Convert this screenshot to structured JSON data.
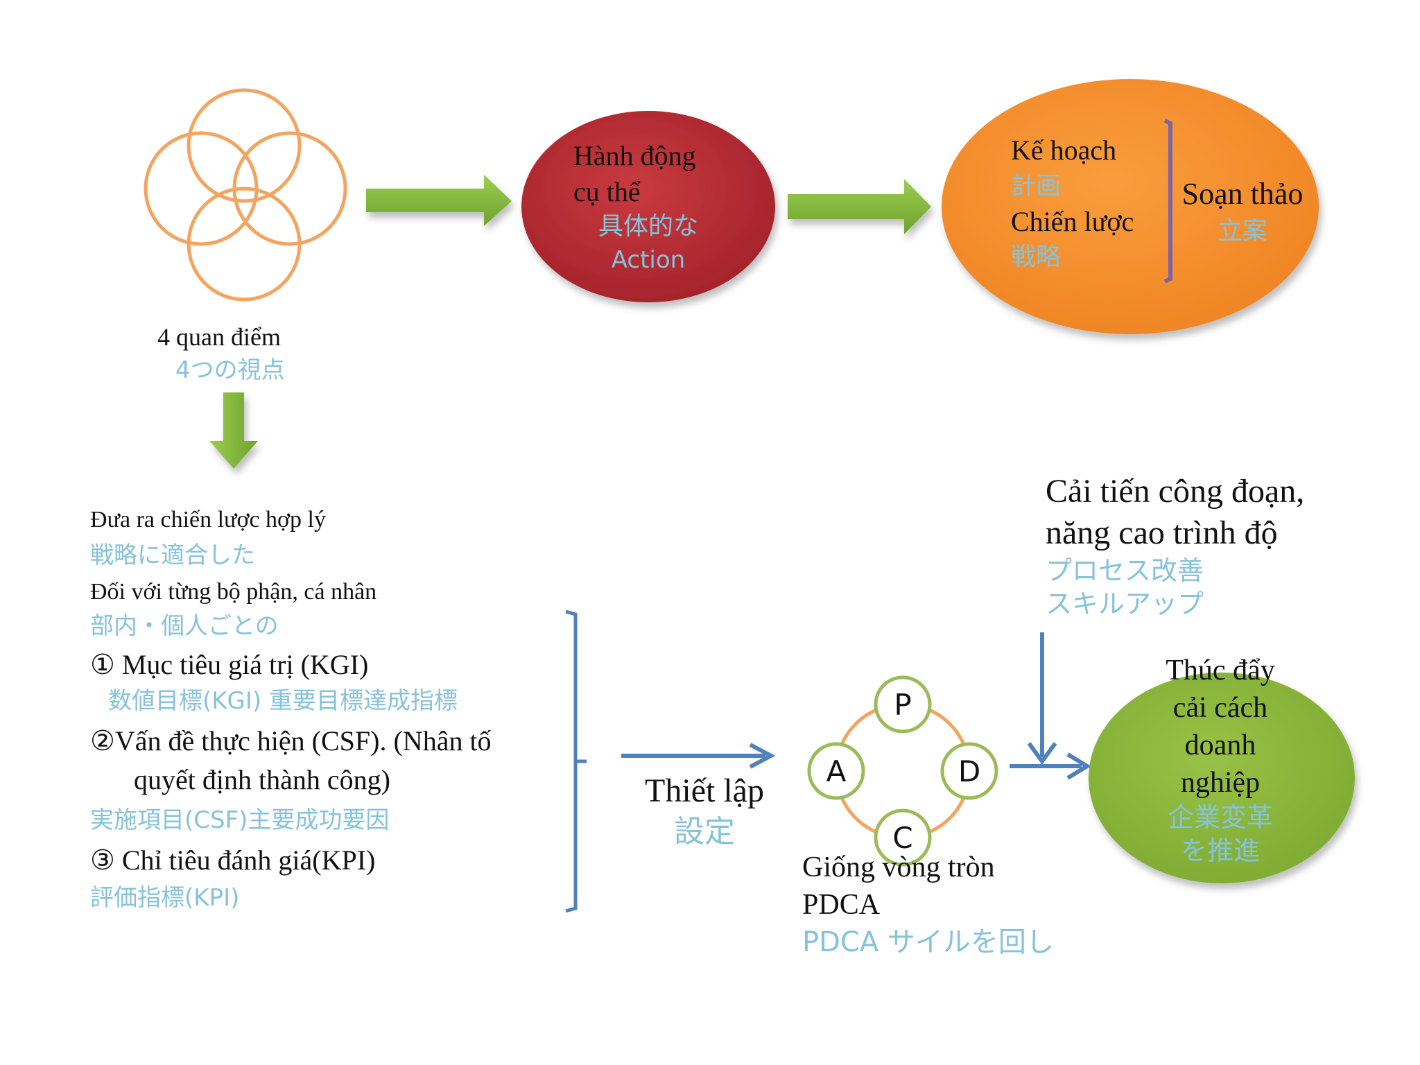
{
  "colors": {
    "vn_text": "#111111",
    "jp_text": "#86c2da",
    "arrow_green": "#7fb43b",
    "arrow_blue": "#4f81bd",
    "circle_orange": "#f4a460",
    "red_ellipse": "#b8282e",
    "orange_ellipse": "#f79433",
    "green_ellipse": "#8bb83a",
    "pdca_node_border": "#9bbb59",
    "bracket_purple": "#8064a2"
  },
  "icons": {
    "four_circles": "four-interlocking-circles-icon",
    "arrows": "arrow-icon"
  },
  "perspectives": {
    "label_vn": "4 quan điểm",
    "label_jp": "4つの視点"
  },
  "action": {
    "line1_vn": "Hành  động",
    "line2_vn": "cụ thể",
    "line3_jp": "具体的な",
    "line4_en": "Action"
  },
  "plan": {
    "item1_vn": "Kế hoạch",
    "item1_jp": "計画",
    "item2_vn": "Chiến lược",
    "item2_jp": "戦略",
    "side_vn": "Soạn thảo",
    "side_jp": "立案"
  },
  "strategy_list": {
    "intro_vn": "Đưa ra chiến lược hợp lý",
    "intro_jp": "戦略に適合した",
    "scope_vn": "Đối với từng bộ phận, cá nhân",
    "scope_jp": "部内・個人ごとの",
    "item1_vn": "① Mục tiêu giá trị   (KGI)",
    "item1_jp": "数値目標(KGI)  重要目標達成指標",
    "item2_vn_line1": "②Vấn đề thực hiện (CSF). (Nhân tố",
    "item2_vn_line2": "quyết định thành công)",
    "item2_jp": "実施項目(CSF)主要成功要因",
    "item3_vn": "③   Chỉ tiêu đánh giá(KPI)",
    "item3_jp": "評価指標(KPI)"
  },
  "setup": {
    "label_vn": "Thiết lập",
    "label_jp": "設定"
  },
  "pdca": {
    "p": "P",
    "d": "D",
    "c": "C",
    "a": "A",
    "caption_vn_line1": "Giống vòng tròn",
    "caption_vn_line2": "PDCA",
    "caption_jp": "PDCA サイルを回し"
  },
  "improvement": {
    "line1_vn": "Cải tiến công đoạn,",
    "line2_vn": "năng cao trình độ",
    "line1_jp": "プロセス改善",
    "line2_jp": "スキルアップ"
  },
  "reform": {
    "line1_vn": "Thúc đẩy",
    "line2_vn": "cải cách",
    "line3_vn": "doanh",
    "line4_vn": "nghiệp",
    "line1_jp": "企業変革",
    "line2_jp": "を推進"
  }
}
